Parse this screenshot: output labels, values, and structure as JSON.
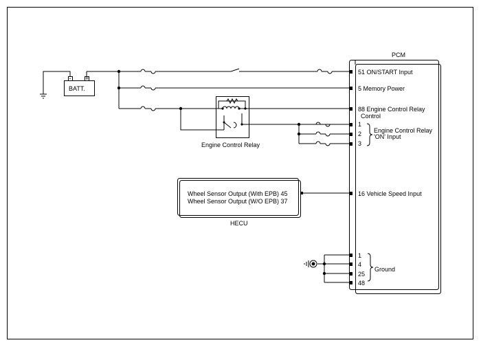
{
  "pcm": {
    "title": "PCM",
    "pins": {
      "on_start": "51 ON/START Input",
      "memory_power": "5 Memory Power",
      "ecr_control_1": "88 Engine Control Relay",
      "ecr_control_2": "Control",
      "ecr_on_1": "1",
      "ecr_on_2": "2",
      "ecr_on_3": "3",
      "ecr_on_label_1": "Engine Control Relay",
      "ecr_on_label_2": "'ON' Input",
      "vehicle_speed": "16 Vehicle Speed Input",
      "gnd_1": "1",
      "gnd_2": "4",
      "gnd_3": "25",
      "gnd_4": "48",
      "ground_label": "Ground"
    }
  },
  "battery": {
    "label": "BATT.",
    "neg": "-",
    "pos": "+"
  },
  "relay": {
    "label": "Engine Control Relay"
  },
  "hecu": {
    "label": "HECU",
    "line_1": "Wheel Sensor Output (With EPB) 45",
    "line_2": "Wheel Sensor Output (W/O EPB) 37"
  }
}
